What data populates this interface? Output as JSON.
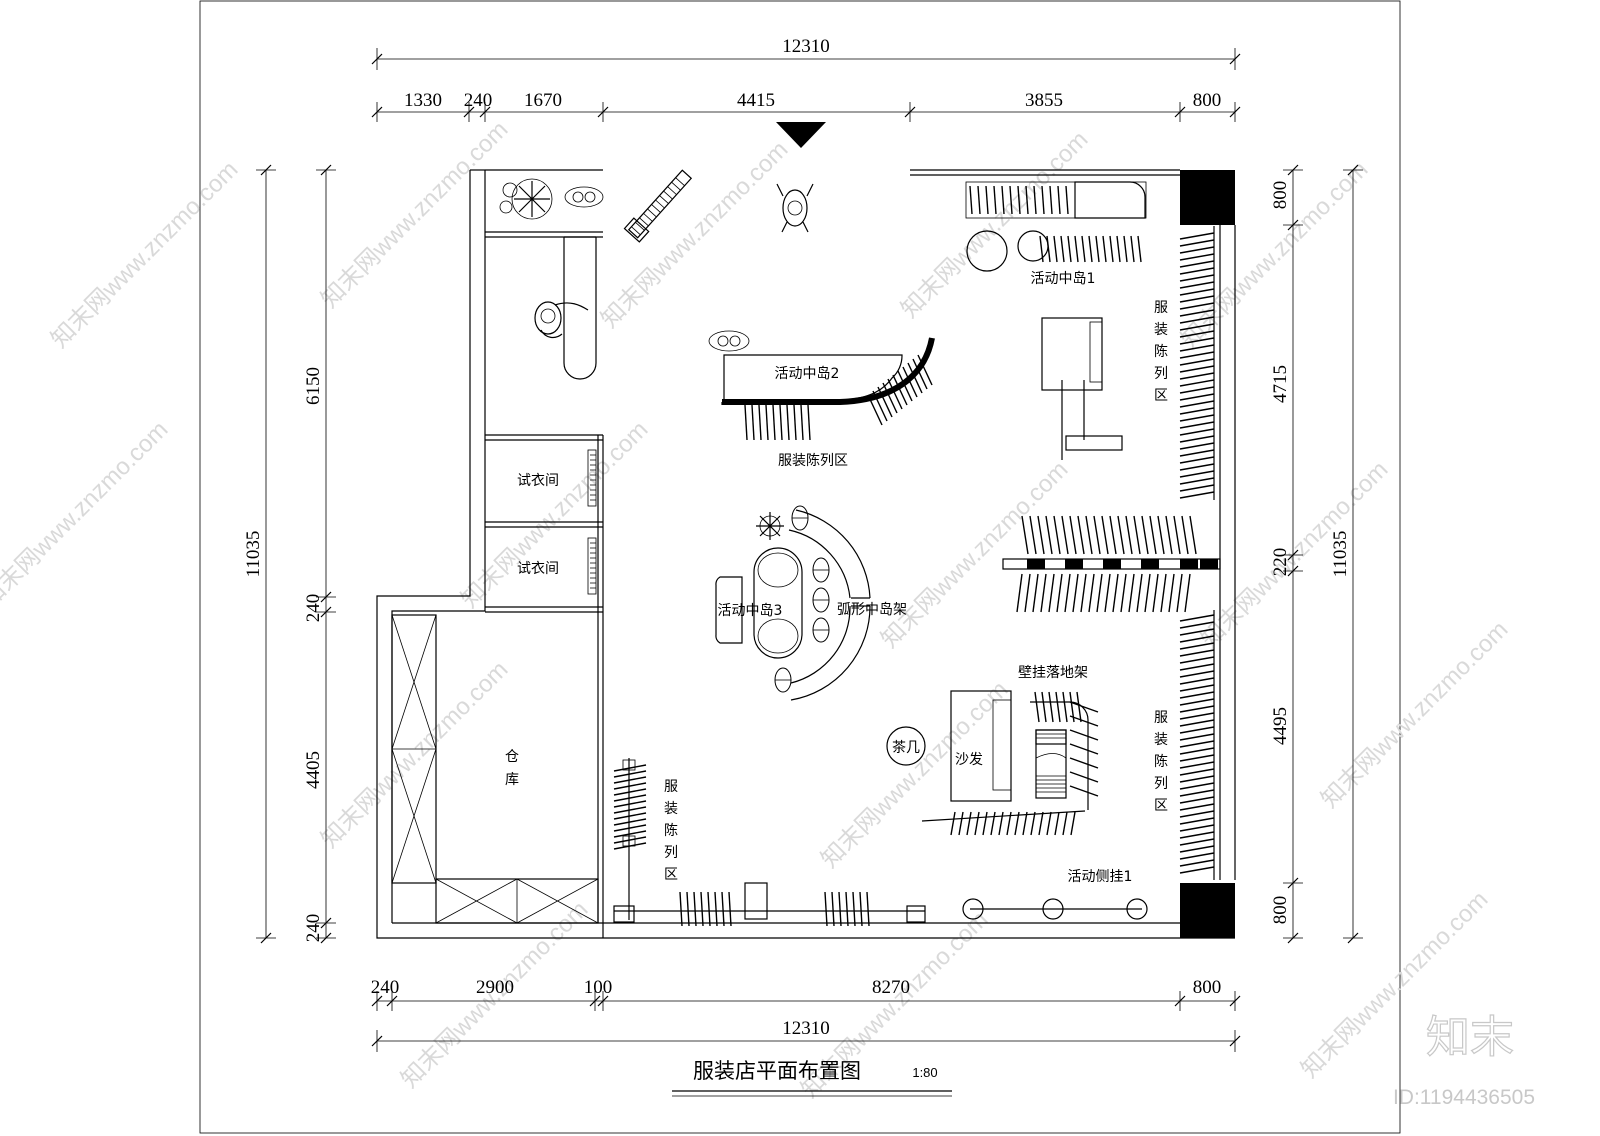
{
  "dimensions": {
    "top_total": "12310",
    "top_segments": [
      "1330",
      "240",
      "1670",
      "4415",
      "3855",
      "800"
    ],
    "bottom_segments": [
      "240",
      "2900",
      "100",
      "8270",
      "800"
    ],
    "bottom_total": "12310",
    "left_total": "11035",
    "left_segments": [
      "6150",
      "240",
      "4405",
      "240"
    ],
    "right_total": "11035",
    "right_segments": [
      "800",
      "4715",
      "220",
      "4495",
      "800"
    ]
  },
  "labels": {
    "island1": "活动中岛1",
    "island2": "活动中岛2",
    "island3": "活动中岛3",
    "arc_shelf": "弧形中岛架",
    "display_mid": "服装陈列区",
    "display_right_top": [
      "服",
      "装",
      "陈",
      "列",
      "区"
    ],
    "display_right_bottom": [
      "服",
      "装",
      "陈",
      "列",
      "区"
    ],
    "display_left_bottom": [
      "服",
      "装",
      "陈",
      "列",
      "区"
    ],
    "fitting_room_1": "试衣间",
    "fitting_room_2": "试衣间",
    "warehouse": [
      "仓",
      "库"
    ],
    "wall_rack": "壁挂落地架",
    "tea_table": "茶几",
    "sofa": "沙发",
    "side_hanger": "活动侧挂1"
  },
  "title": {
    "text": "服装店平面布置图",
    "scale": "1:80"
  },
  "watermark": {
    "text": "知末网www.znzmo.com",
    "logo": "知末",
    "id": "ID:1194436505"
  }
}
